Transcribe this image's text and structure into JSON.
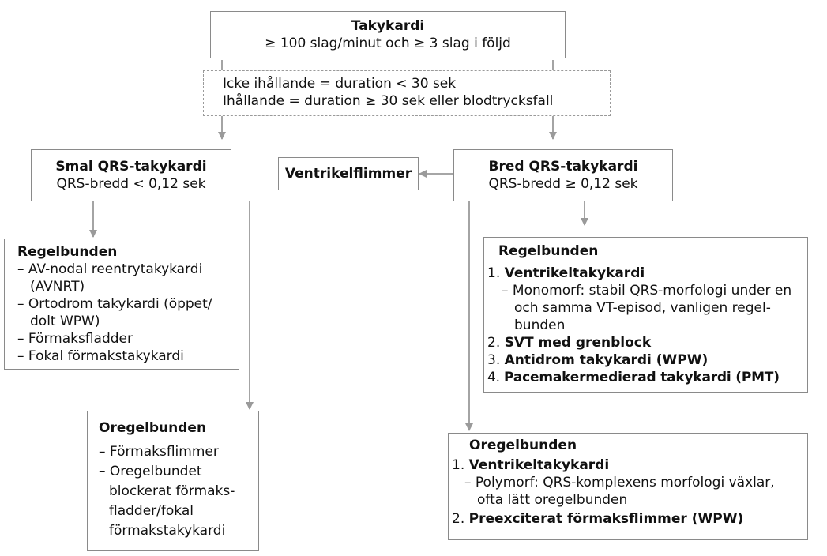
{
  "top": {
    "title": "Takykardi",
    "subtitle": "≥ 100 slag/minut och ≥ 3 slag i följd"
  },
  "duration": {
    "line1": "Icke ihållande = duration < 30 sek",
    "line2": "Ihållande = duration ≥ 30 sek eller blodtrycksfall"
  },
  "narrow": {
    "title": "Smal QRS-takykardi",
    "subtitle": "QRS-bredd < 0,12 sek",
    "regular": {
      "heading": "Regelbunden",
      "items": [
        "– AV-nodal reentrytakykardi (AVNRT)",
        "– Ortodrom takykardi (öppet/ dolt WPW)",
        "– Förmaksfladder",
        "– Fokal förmakstakykardi"
      ]
    },
    "irregular": {
      "heading": "Oregelbunden",
      "items": [
        "– Förmaksflimmer",
        "– Oregelbundet",
        "blockerat förmaks-",
        "fladder/fokal",
        "förmakstakykardi"
      ]
    }
  },
  "vf": {
    "label": "Ventrikelflimmer"
  },
  "wide": {
    "title": "Bred QRS-takykardi",
    "subtitle": "QRS-bredd ≥ 0,12 sek",
    "regular": {
      "heading": "Regelbunden",
      "item1_num": "1.",
      "item1_title": "Ventrikeltakykardi",
      "item1_sub": "– Monomorf: stabil QRS-morfologi under en och samma VT-episod, vanligen regel-bunden",
      "item2_num": "2.",
      "item2": "SVT med grenblock",
      "item3_num": "3.",
      "item3": "Antidrom takykardi (WPW)",
      "item4_num": "4.",
      "item4": "Pacemakermedierad takykardi (PMT)"
    },
    "irregular": {
      "heading": "Oregelbunden",
      "item1_num": "1.",
      "item1_title": "Ventrikeltakykardi",
      "item1_sub": "– Polymorf: QRS-komplexens morfologi växlar, ofta lätt oregelbunden",
      "item2_num": "2.",
      "item2": "Preexciterat förmaksflimmer (WPW)"
    }
  },
  "colors": {
    "line": "#9a9a9a",
    "border": "#8a8a8a",
    "text": "#111111"
  }
}
